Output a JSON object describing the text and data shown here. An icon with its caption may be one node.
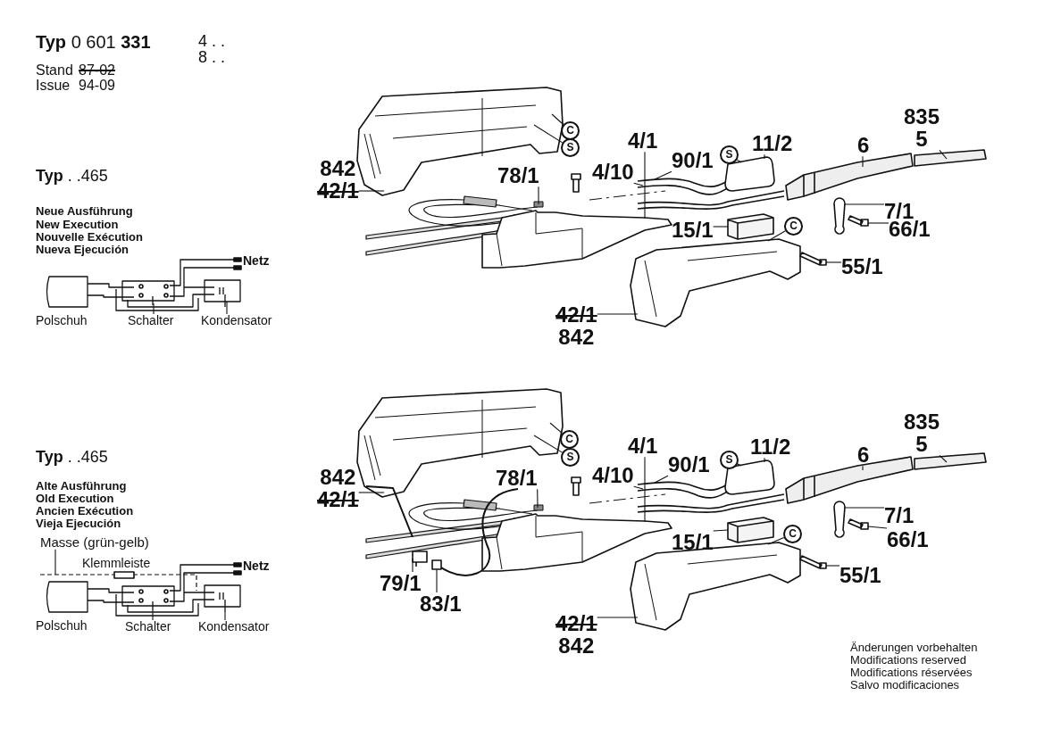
{
  "diagram": {
    "title": "**Typ** 0 601 **331**",
    "nodes": [
      {
        "text": [
          "842",
          "42/1"
        ]
      },
      {
        "text": [
          "C"
        ]
      },
      {
        "text": [
          "S"
        ]
      },
      {
        "text": [
          "78/1"
        ]
      },
      {
        "text": [
          "4/1"
        ]
      },
      {
        "text": [
          "4/10"
        ]
      },
      {
        "text": [
          "90/1"
        ]
      },
      {
        "text": [
          "S"
        ]
      },
      {
        "text": [
          "11/2"
        ]
      },
      {
        "text": [
          "6"
        ]
      },
      {
        "text": [
          "835",
          "5"
        ]
      },
      {
        "text": [
          "7/1"
        ]
      },
      {
        "text": [
          "66/1"
        ]
      },
      {
        "text": [
          "15/1"
        ]
      },
      {
        "text": [
          "C"
        ]
      },
      {
        "text": [
          "55/1"
        ]
      },
      {
        "text": [
          "42/1",
          "842"
        ]
      },
      {
        "text": [
          "Schalter"
        ]
      },
      {
        "text": [
          "Kondensator"
        ]
      },
      {
        "text": [
          "842",
          "42/1"
        ]
      },
      {
        "text": [
          "C"
        ]
      },
      {
        "text": [
          "S"
        ]
      },
      {
        "text": [
          "78/1"
        ]
      },
      {
        "text": [
          "4/1"
        ]
      },
      {
        "text": [
          "4/10"
        ]
      },
      {
        "text": [
          "90/1"
        ]
      },
      {
        "text": [
          "S"
        ]
      },
      {
        "text": [
          "11/2"
        ]
      },
      {
        "text": [
          "6"
        ]
      },
      {
        "text": [
          "835",
          "5"
        ]
      },
      {
        "text": [
          "7/1"
        ]
      },
      {
        "text": [
          "66/1"
        ]
      },
      {
        "text": [
          "15/1"
        ]
      },
      {
        "text": [
          "C"
        ]
      },
      {
        "text": [
          "55/1"
        ]
      },
      {
        "text": [
          "79/1"
        ]
      },
      {
        "text": [
          "83/1"
        ]
      },
      {
        "text": [
          "42/1",
          "842"
        ]
      },
      {
        "text": [
          "Masse (grün-gelb)"
        ]
      },
      {
        "text": [
          "Schalter"
        ]
      },
      {
        "text": [
          "Kondensator"
        ]
      },
      {
        "text": [],
        "shape": "picture"
      },
      {
        "text": [],
        "shape": "picture"
      },
      {
        "text": [],
        "shape": "picture"
      },
      {
        "text": [],
        "shape": "picture"
      },
      {
        "text": [],
        "shape": "picture"
      },
      {
        "text": [],
        "shape": "picture"
      },
      {
        "text": [],
        "shape": "picture"
      },
      {
        "text": [],
        "shape": "picture"
      },
      {
        "text": [],
        "shape": "picture"
      },
      {
        "text": [],
        "shape": "picture"
      },
      {
        "text": [],
        "shape": "picture"
      },
      {
        "text": [],
        "shape": "picture"
      },
      {
        "text": [],
        "shape": "picture"
      },
      {
        "text": [],
        "shape": "picture"
      },
      {
        "text": [],
        "shape": "picture"
      },
      {
        "text": [],
        "shape": "picture"
      },
      {
        "text": [],
        "shape": "picture"
      },
      {
        "text": [],
        "shape": "picture"
      },
      {
        "text": [],
        "shape": "picture"
      },
      {
        "text": [],
        "shape": "picture"
      },
      {
        "text": [],
        "shape": "picture"
      },
      {
        "text": [],
        "shape": "picture"
      },
      {
        "text": [],
        "shape": "picture"
      },
      {
        "text": [],
        "shape": "picture"
      },
      {
        "text": [],
        "shape": "picture"
      },
      {
        "text": [],
        "shape": "picture"
      }
    ],
    "edges": [
      {
        "from": 0,
        "to": 41,
        "arrow": "none"
      },
      {
        "from": 1,
        "to": 41,
        "arrow": "none"
      },
      {
        "from": 2,
        "to": 41,
        "arrow": "none"
      },
      {
        "from": 3,
        "to": 42,
        "arrow": "none"
      },
      {
        "from": 4,
        "to": 43,
        "arrow": "none"
      },
      {
        "from": 5,
        "to": 65,
        "arrow": "none"
      },
      {
        "from": 6,
        "to": 65,
        "arrow": "none"
      },
      {
        "from": 7,
        "to": 65,
        "arrow": "none"
      },
      {
        "from": 8,
        "to": 65,
        "arrow": "none"
      },
      {
        "from": 9,
        "to": 44,
        "arrow": "none"
      },
      {
        "from": 10,
        "to": 45,
        "arrow": "none"
      },
      {
        "from": 11,
        "to": 46,
        "arrow": "none"
      },
      {
        "from": 12,
        "to": 47,
        "arrow": "none"
      },
      {
        "from": 13,
        "to": 48,
        "arrow": "none"
      },
      {
        "from": 14,
        "to": 49,
        "arrow": "none"
      },
      {
        "from": 15,
        "to": 50,
        "arrow": "none"
      },
      {
        "from": 16,
        "to": 49,
        "arrow": "none"
      },
      {
        "from": 17,
        "to": 51,
        "arrow": "none"
      },
      {
        "from": 18,
        "to": 51,
        "arrow": "none"
      },
      {
        "from": 19,
        "to": 52,
        "arrow": "none"
      },
      {
        "from": 20,
        "to": 52,
        "arrow": "none"
      },
      {
        "from": 21,
        "to": 52,
        "arrow": "none"
      },
      {
        "from": 22,
        "to": 53,
        "arrow": "none"
      },
      {
        "from": 23,
        "to": 54,
        "arrow": "none"
      },
      {
        "from": 24,
        "to": 66,
        "arrow": "none"
      },
      {
        "from": 25,
        "to": 66,
        "arrow": "none"
      },
      {
        "from": 26,
        "to": 66,
        "arrow": "none"
      },
      {
        "from": 27,
        "to": 66,
        "arrow": "none"
      },
      {
        "from": 28,
        "to": 55,
        "arrow": "none"
      },
      {
        "from": 29,
        "to": 56,
        "arrow": "none"
      },
      {
        "from": 30,
        "to": 57,
        "arrow": "none"
      },
      {
        "from": 31,
        "to": 58,
        "arrow": "none"
      },
      {
        "from": 32,
        "to": 59,
        "arrow": "none"
      },
      {
        "from": 33,
        "to": 60,
        "arrow": "none"
      },
      {
        "from": 34,
        "to": 61,
        "arrow": "none"
      },
      {
        "from": 35,
        "to": 62,
        "arrow": "none"
      },
      {
        "from": 36,
        "to": 63,
        "arrow": "none"
      },
      {
        "from": 37,
        "to": 60,
        "arrow": "none"
      },
      {
        "from": 38,
        "to": 64,
        "arrow": "none"
      },
      {
        "from": 39,
        "to": 64,
        "arrow": "none"
      },
      {
        "from": 40,
        "to": 64,
        "arrow": "none"
      }
    ],
    "labels": [
      "4 . .",
      "8 . .",
      "Stand",
      "87-02",
      "Issue",
      "94-09",
      "**Typ** . .465",
      "Neue Ausführung",
      "New Execution",
      "Nouvelle Exécution",
      "Nueva Ejecución",
      "Netz",
      "Polschuh",
      "**Typ** . .465",
      "Alte Ausführung",
      "Old Execution",
      "Ancien Exécution",
      "Vieja Ejecución",
      "Klemmleiste",
      "Netz",
      "Polschuh",
      "Änderungen vorbehalten",
      "Modifications reserved",
      "Modifications réservées",
      "Salvo modificaciones"
    ]
  }
}
